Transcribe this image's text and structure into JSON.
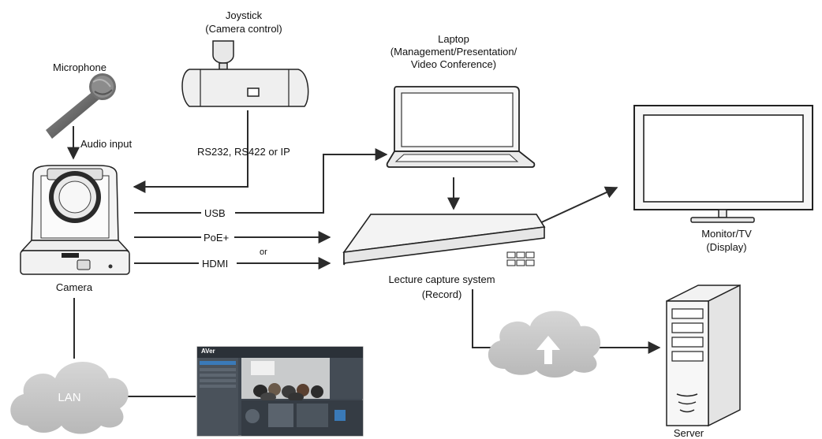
{
  "devices": {
    "joystick": {
      "title": "Joystick",
      "subtitle": "(Camera control)"
    },
    "laptop": {
      "title": "Laptop",
      "line2": "(Management/Presentation/",
      "line3": "Video Conference)"
    },
    "microphone": {
      "title": "Microphone"
    },
    "camera": {
      "title": "Camera"
    },
    "lecture_capture": {
      "title": "Lecture capture system",
      "subtitle": "(Record)"
    },
    "monitor": {
      "title": "Monitor/TV",
      "subtitle": "(Display)"
    },
    "server": {
      "title": "Server"
    },
    "lan_cloud": {
      "title": "LAN"
    },
    "web_ui": {
      "brand": "AVer"
    }
  },
  "connections": {
    "audio_input": "Audio input",
    "control": "RS232, RS422 or IP",
    "usb": "USB",
    "poe": "PoE+",
    "or": "or",
    "hdmi": "HDMI"
  },
  "colors": {
    "line": "#2b2b2b",
    "cloud": "#c9c9c9",
    "device_gray": "#e6e6e6",
    "screen_blue": "#3a6a9a"
  }
}
